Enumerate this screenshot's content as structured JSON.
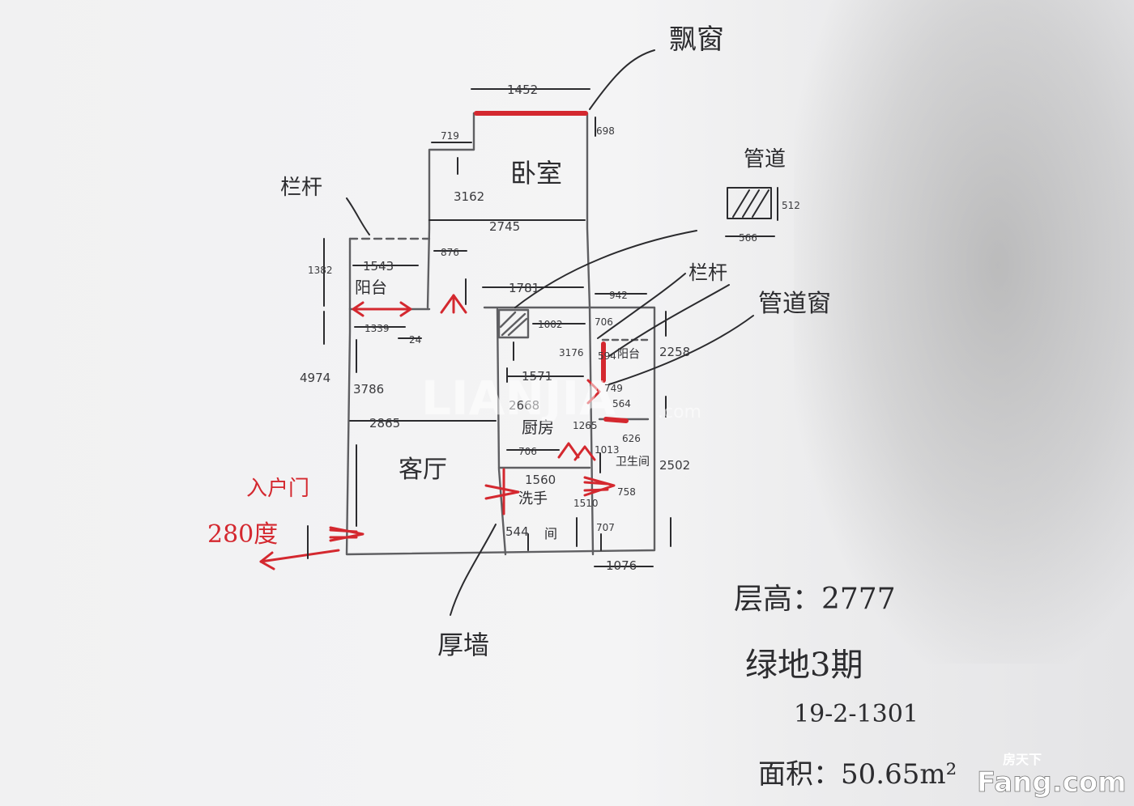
{
  "annotations": {
    "bay_window": "飘窗",
    "bedroom": "卧室",
    "duct": "管道",
    "railing_left": "栏杆",
    "railing_right": "栏杆",
    "duct_window": "管道窗",
    "balcony_left": "阳台",
    "balcony_right": "阳台",
    "kitchen": "厨房",
    "living_room": "客厅",
    "bathroom": "卫生间",
    "wash": "洗手",
    "wash_2": "间",
    "thick_wall": "厚墙",
    "entry_door": "入户门",
    "entry_angle": "280度"
  },
  "dimensions": {
    "d1452": "1452",
    "d698": "698",
    "d719": "719",
    "d3162": "3162",
    "d2745": "2745",
    "d512": "512",
    "d566": "566",
    "d1382": "1382",
    "d1543": "1543",
    "d876": "876",
    "d1781": "1781",
    "d942": "942",
    "d1339": "1339",
    "d24": "24",
    "d1002": "1002",
    "d706a": "706",
    "d3176": "3176",
    "d594": "594",
    "d2258": "2258",
    "d4974": "4974",
    "d3786": "3786",
    "d1571": "1571",
    "d749": "749",
    "d564": "564",
    "d2668": "2668",
    "d2865": "2865",
    "d1265": "1265",
    "d626": "626",
    "d706b": "706",
    "d1013": "1013",
    "d2502": "2502",
    "d1560": "1560",
    "d1510": "1510",
    "d758": "758",
    "d544": "544",
    "d707": "707",
    "d1076": "1076"
  },
  "info": {
    "floor_height": "层高：2777",
    "project": "绿地3期",
    "unit": "19-2-1301",
    "area": "面积：50.65m²"
  },
  "watermark": {
    "center": "LIANJIA",
    "center_suffix": ".com",
    "logo_cn": "房天下",
    "logo_en": "Fang.com"
  },
  "colors": {
    "ink": "#2c2c2f",
    "pencil": "#5f5f62",
    "red": "#d4282f",
    "paper": "#f2f2f3"
  }
}
